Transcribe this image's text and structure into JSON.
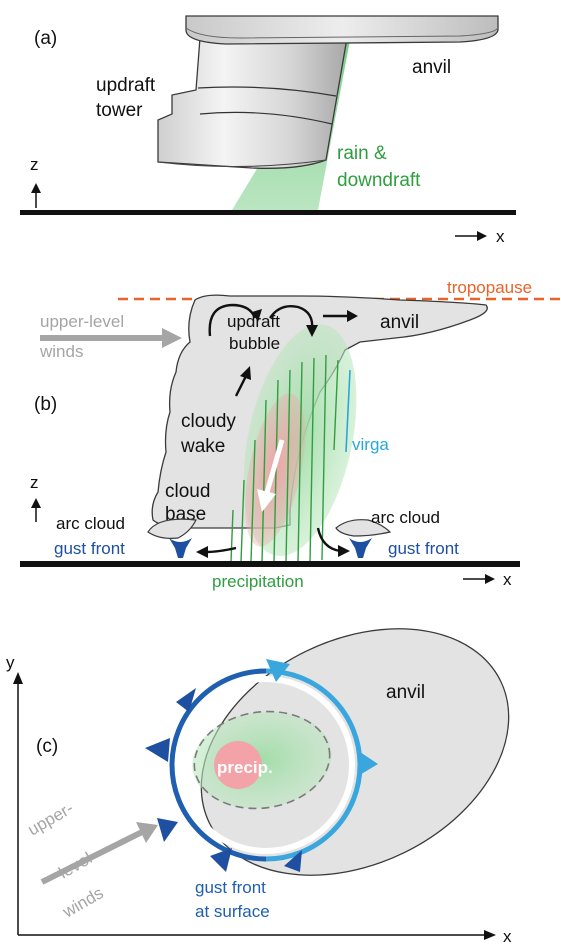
{
  "panel_a": {
    "tag": "(a)",
    "anvil": "anvil",
    "updraft_line1": "updraft",
    "updraft_line2": "tower",
    "rain_line1": "rain &",
    "rain_line2": "downdraft",
    "z_axis": "z",
    "x_axis": "x"
  },
  "panel_b": {
    "tag": "(b)",
    "tropopause": "tropopause",
    "winds_line1": "upper-level",
    "winds_line2": "winds",
    "anvil": "anvil",
    "bubble_line1": "updraft",
    "bubble_line2": "bubble",
    "wake_line1": "cloudy",
    "wake_line2": "wake",
    "virga": "virga",
    "base_line1": "cloud",
    "base_line2": "base",
    "arc_left": "arc cloud",
    "arc_right": "arc cloud",
    "gust_left": "gust front",
    "gust_right": "gust front",
    "precipitation": "precipitation",
    "z_axis": "z",
    "x_axis": "x"
  },
  "panel_c": {
    "tag": "(c)",
    "y_axis": "y",
    "x_axis": "x",
    "anvil": "anvil",
    "precip": "precip.",
    "winds_line1": "upper-",
    "winds_line2": "level",
    "winds_line3": "winds",
    "gust_line1": "gust front",
    "gust_line2": "at surface"
  },
  "colors": {
    "cloud_fill": "#e3e3e3",
    "cloud_stroke": "#3a3a3a",
    "rain_green": "#2e9e3f",
    "gust_blue": "#1f4fa0",
    "virga_cyan": "#29a8d8",
    "tropopause_orange": "#e8642a",
    "precip_pink": "#f3a3a8",
    "winds_gray": "#a5a5a5"
  }
}
